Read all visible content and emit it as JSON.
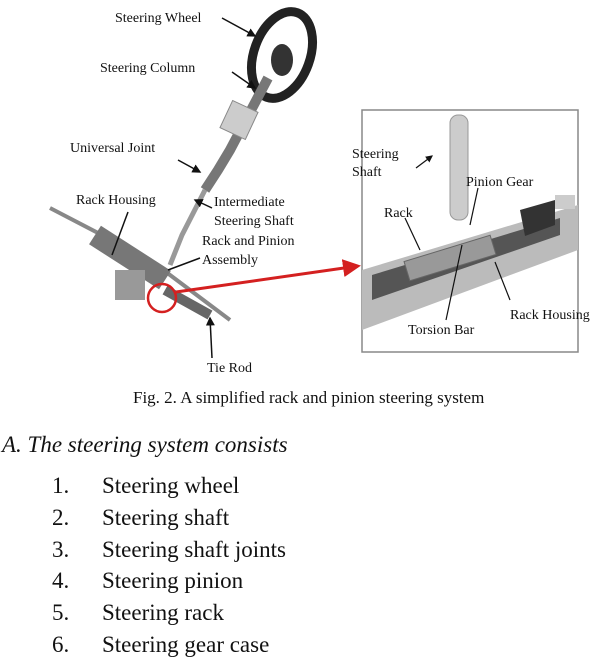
{
  "figure": {
    "labels": {
      "steering_wheel": "Steering Wheel",
      "steering_column": "Steering Column",
      "universal_joint": "Universal Joint",
      "rack_housing": "Rack Housing",
      "intermediate_1": "Intermediate",
      "intermediate_2": "Steering Shaft",
      "rack_pinion_1": "Rack and Pinion",
      "rack_pinion_2": "Assembly",
      "tie_rod": "Tie Rod"
    },
    "inset_labels": {
      "steering_shaft_1": "Steering",
      "steering_shaft_2": "Shaft",
      "pinion_gear": "Pinion Gear",
      "rack": "Rack",
      "rack_housing": "Rack Housing",
      "torsion_bar": "Torsion Bar"
    },
    "highlight_color": "#d42020",
    "caption": "Fig. 2.  A simplified rack and pinion steering system"
  },
  "section": {
    "heading": "A.   The steering system consists",
    "items": [
      {
        "num": "1.",
        "text": "Steering wheel"
      },
      {
        "num": "2.",
        "text": "Steering shaft"
      },
      {
        "num": "3.",
        "text": "Steering shaft joints"
      },
      {
        "num": "4.",
        "text": "Steering pinion"
      },
      {
        "num": "5.",
        "text": "Steering rack"
      },
      {
        "num": "6.",
        "text": "Steering gear case"
      }
    ]
  }
}
